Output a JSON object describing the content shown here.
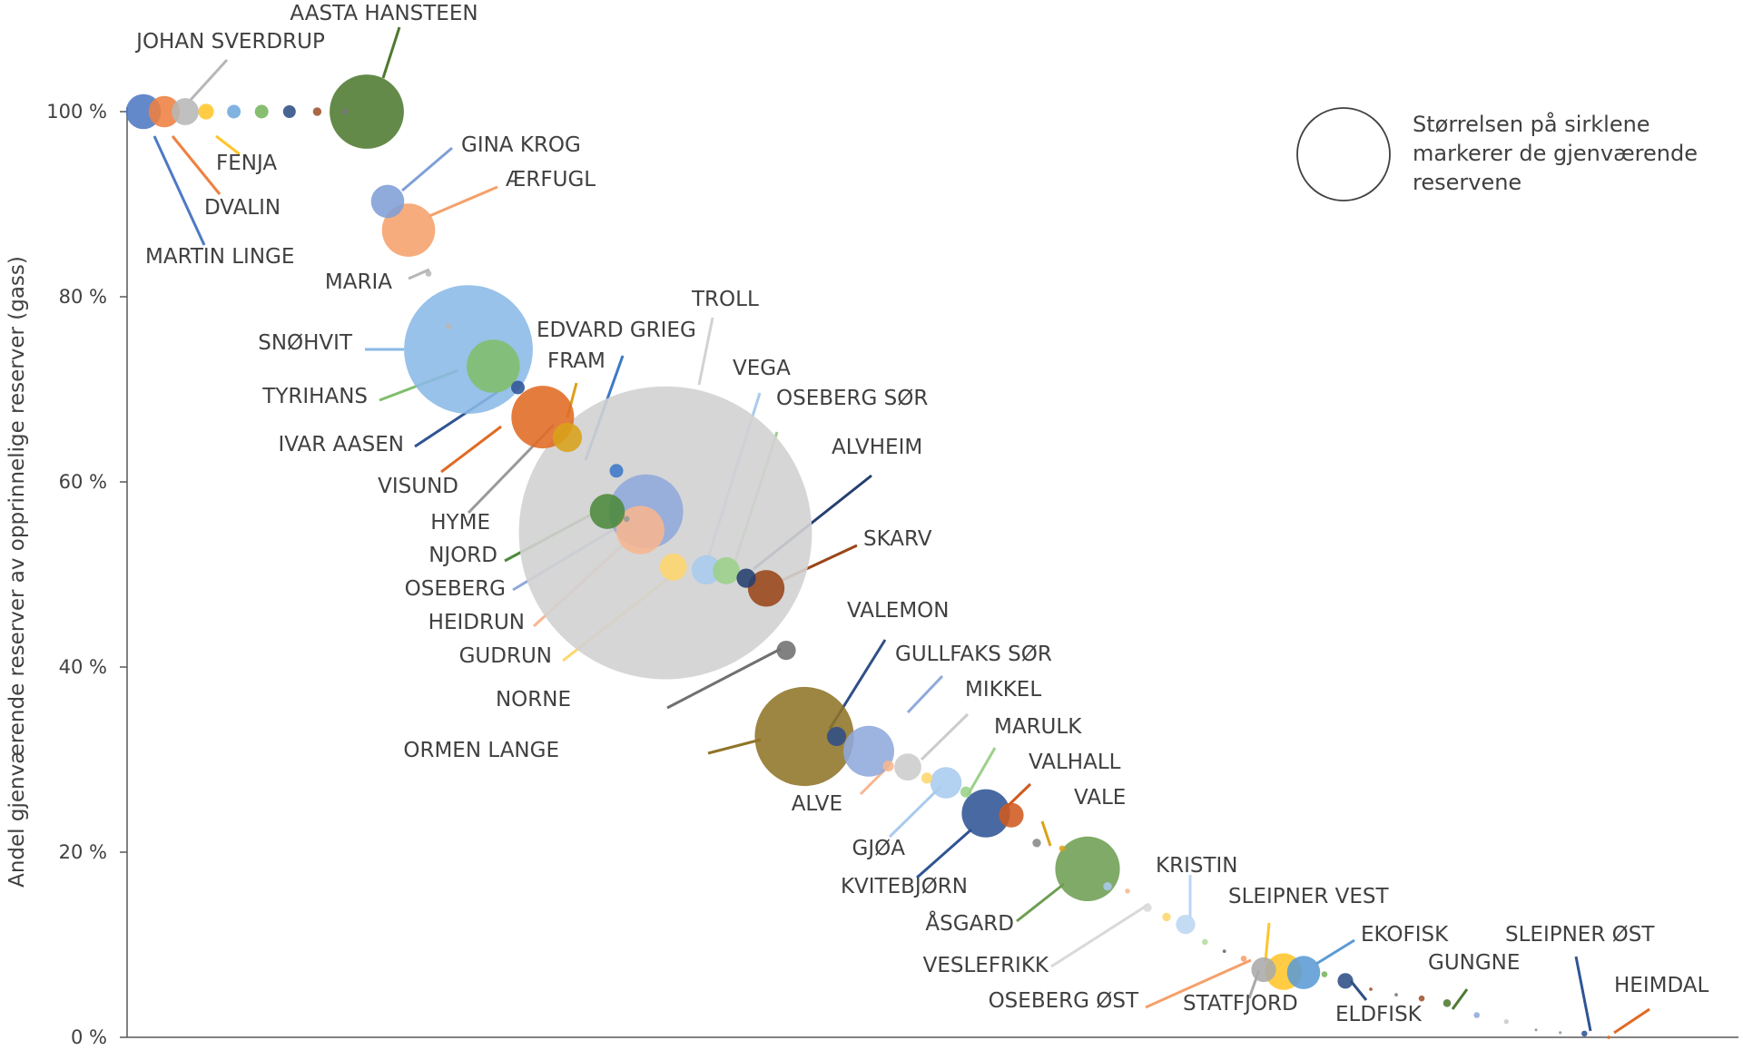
{
  "chart_data": {
    "type": "scatter",
    "subtype": "bubble",
    "xlabel": "",
    "ylabel": "Andel gjenværende reserver av opprinnelige reserver (gass)",
    "yticks": [
      "0 %",
      "20 %",
      "40 %",
      "60 %",
      "80 %",
      "100 %"
    ],
    "ylim": [
      0,
      100
    ],
    "legend": {
      "text": [
        "Størrelsen på sirklene",
        "markerer de gjenværende",
        "reservene"
      ],
      "placement": "top-right"
    },
    "grid": false,
    "x_axis_ticks": false,
    "points": [
      {
        "name": "MARTIN LINGE",
        "rank": 1,
        "y": 100,
        "size": 10,
        "color": "#4e79c4"
      },
      {
        "name": "DVALIN",
        "rank": 2,
        "y": 100,
        "size": 8,
        "color": "#ee8040"
      },
      {
        "name": "JOHAN SVERDRUP",
        "rank": 3,
        "y": 100,
        "size": 6,
        "color": "#b7b7b7"
      },
      {
        "name": "FENJA",
        "rank": 4,
        "y": 100,
        "size": 2,
        "color": "#ffc52a"
      },
      {
        "name": "",
        "rank": 5,
        "y": 100,
        "size": 1.5,
        "color": "#6fa8dc"
      },
      {
        "name": "",
        "rank": 6,
        "y": 100,
        "size": 1.5,
        "color": "#77b55c"
      },
      {
        "name": "",
        "rank": 7,
        "y": 100,
        "size": 1.3,
        "color": "#2f4f86"
      },
      {
        "name": "",
        "rank": 8,
        "y": 100,
        "size": 0.6,
        "color": "#a0522d"
      },
      {
        "name": "",
        "rank": 9,
        "y": 100,
        "size": 0.3,
        "color": "#777777"
      },
      {
        "name": "AASTA HANSTEEN",
        "rank": 10,
        "y": 100,
        "size": 45,
        "color": "#4e7a30"
      },
      {
        "name": "GINA KROG",
        "rank": 11,
        "y": 90.3,
        "size": 9,
        "color": "#7f9fd6"
      },
      {
        "name": "ÆRFUGL",
        "rank": 12,
        "y": 87.2,
        "size": 23,
        "color": "#f5a06b"
      },
      {
        "name": "MARIA",
        "rank": 13,
        "y": 82.5,
        "size": 0.3,
        "color": "#b7b7b7"
      },
      {
        "name": "",
        "rank": 14,
        "y": 76.8,
        "size": 0.3,
        "color": "#b7b7b7"
      },
      {
        "name": "SNØHVIT",
        "rank": 15,
        "y": 74.3,
        "size": 135,
        "color": "#8ab9e6"
      },
      {
        "name": "TYRIHANS",
        "rank": 16,
        "y": 72.5,
        "size": 23,
        "color": "#7fbe6a"
      },
      {
        "name": "IVAR AASEN",
        "rank": 17,
        "y": 70.2,
        "size": 1.5,
        "color": "#2f5494"
      },
      {
        "name": "VISUND",
        "rank": 18,
        "y": 67,
        "size": 32,
        "color": "#e06a23"
      },
      {
        "name": "FRAM",
        "rank": 19,
        "y": 64.8,
        "size": 7,
        "color": "#d9a219"
      },
      {
        "name": "EDVARD GRIEG",
        "rank": 20,
        "y": 61.2,
        "size": 1.5,
        "color": "#3c78c8"
      },
      {
        "name": "TROLL",
        "rank": 21,
        "y": 54.5,
        "size": 700,
        "color": "#d2d2d2"
      },
      {
        "name": "OSEBERG",
        "rank": 22,
        "y": 56.8,
        "size": 45,
        "color": "#8fa9dc"
      },
      {
        "name": "HYME",
        "rank": 23,
        "y": 56,
        "size": 0.3,
        "color": "#999999"
      },
      {
        "name": "NJORD",
        "rank": 24,
        "y": 56.8,
        "size": 10,
        "color": "#4c8a3b"
      },
      {
        "name": "HEIDRUN",
        "rank": 25,
        "y": 54.8,
        "size": 19,
        "color": "#f7b690"
      },
      {
        "name": "GUDRUN",
        "rank": 26,
        "y": 50.8,
        "size": 6,
        "color": "#ffd66e"
      },
      {
        "name": "VEGA",
        "rank": 27,
        "y": 50.5,
        "size": 7,
        "color": "#a9cbee"
      },
      {
        "name": "OSEBERG SØR",
        "rank": 28,
        "y": 50.4,
        "size": 6,
        "color": "#9cd08a"
      },
      {
        "name": "ALVHEIM",
        "rank": 29,
        "y": 49.6,
        "size": 3,
        "color": "#243f70"
      },
      {
        "name": "SKARV",
        "rank": 30,
        "y": 48.5,
        "size": 11,
        "color": "#9a4519"
      },
      {
        "name": "NORNE",
        "rank": 31,
        "y": 41.8,
        "size": 3,
        "color": "#707070"
      },
      {
        "name": "ORMEN LANGE",
        "rank": 32,
        "y": 32.5,
        "size": 80,
        "color": "#8f7428"
      },
      {
        "name": "VALEMON",
        "rank": 33,
        "y": 32.5,
        "size": 3,
        "color": "#2f4f86"
      },
      {
        "name": "GULLFAKS SØR",
        "rank": 34,
        "y": 30.9,
        "size": 21,
        "color": "#8fa9dc"
      },
      {
        "name": "ALVE",
        "rank": 35,
        "y": 29.3,
        "size": 1,
        "color": "#f7b690"
      },
      {
        "name": "MIKKEL",
        "rank": 36,
        "y": 29.2,
        "size": 6,
        "color": "#cccccc"
      },
      {
        "name": "",
        "rank": 37,
        "y": 28,
        "size": 1,
        "color": "#ffd66e"
      },
      {
        "name": "GJØA",
        "rank": 38,
        "y": 27.5,
        "size": 8,
        "color": "#a9cbee"
      },
      {
        "name": "MARULK",
        "rank": 39,
        "y": 26.5,
        "size": 1,
        "color": "#9cd08a"
      },
      {
        "name": "KVITEBJØRN",
        "rank": 40,
        "y": 24.2,
        "size": 19,
        "color": "#2f5494"
      },
      {
        "name": "VALHALL",
        "rank": 41,
        "y": 24,
        "size": 5,
        "color": "#cf5a1f"
      },
      {
        "name": "",
        "rank": 42,
        "y": 21,
        "size": 0.6,
        "color": "#888888"
      },
      {
        "name": "VALE",
        "rank": 43,
        "y": 20.4,
        "size": 0.3,
        "color": "#d9a219"
      },
      {
        "name": "ÅSGARD",
        "rank": 44,
        "y": 18.2,
        "size": 34,
        "color": "#6e9e52"
      },
      {
        "name": "",
        "rank": 45,
        "y": 16.3,
        "size": 0.6,
        "color": "#a9cbee"
      },
      {
        "name": "",
        "rank": 46,
        "y": 15.8,
        "size": 0.2,
        "color": "#f7b690"
      },
      {
        "name": "VESLEFRIKK",
        "rank": 47,
        "y": 14,
        "size": 0.6,
        "color": "#d9d9d9"
      },
      {
        "name": "",
        "rank": 48,
        "y": 13,
        "size": 0.6,
        "color": "#ffd66e"
      },
      {
        "name": "KRISTIN",
        "rank": 49,
        "y": 12.2,
        "size": 3,
        "color": "#bcd6f2"
      },
      {
        "name": "",
        "rank": 50,
        "y": 10.3,
        "size": 0.3,
        "color": "#b7db9f"
      },
      {
        "name": "",
        "rank": 51,
        "y": 9.3,
        "size": 0.1,
        "color": "#666666"
      },
      {
        "name": "OSEBERG ØST",
        "rank": 52,
        "y": 8.5,
        "size": 0.3,
        "color": "#f5a06b"
      },
      {
        "name": "STATFJORD",
        "rank": 53,
        "y": 7.3,
        "size": 5,
        "color": "#aaaaaa"
      },
      {
        "name": "SLEIPNER VEST",
        "rank": 54,
        "y": 7.1,
        "size": 11,
        "color": "#ffc52a"
      },
      {
        "name": "EKOFISK",
        "rank": 55,
        "y": 7,
        "size": 9,
        "color": "#5b9bd5"
      },
      {
        "name": "",
        "rank": 56,
        "y": 6.8,
        "size": 0.3,
        "color": "#77b55c"
      },
      {
        "name": "ELDFISK",
        "rank": 57,
        "y": 6.1,
        "size": 2,
        "color": "#2f4f86"
      },
      {
        "name": "",
        "rank": 58,
        "y": 5.2,
        "size": 0.1,
        "color": "#a0522d"
      },
      {
        "name": "",
        "rank": 59,
        "y": 4.6,
        "size": 0.1,
        "color": "#777777"
      },
      {
        "name": "",
        "rank": 60,
        "y": 4.2,
        "size": 0.3,
        "color": "#a0522d"
      },
      {
        "name": "GUNGNE",
        "rank": 61,
        "y": 3.7,
        "size": 0.5,
        "color": "#4e7a30"
      },
      {
        "name": "",
        "rank": 62,
        "y": 2.4,
        "size": 0.3,
        "color": "#8fa9dc"
      },
      {
        "name": "",
        "rank": 63,
        "y": 1.7,
        "size": 0.2,
        "color": "#cccccc"
      },
      {
        "name": "",
        "rank": 64,
        "y": 0.8,
        "size": 0.05,
        "color": "#999999"
      },
      {
        "name": "",
        "rank": 65,
        "y": 0.5,
        "size": 0.05,
        "color": "#999999"
      },
      {
        "name": "SLEIPNER ØST",
        "rank": 66,
        "y": 0.4,
        "size": 0.3,
        "color": "#2f5494"
      },
      {
        "name": "HEIMDAL",
        "rank": 67,
        "y": 0,
        "size": 0.1,
        "color": "#e06a23"
      }
    ]
  }
}
